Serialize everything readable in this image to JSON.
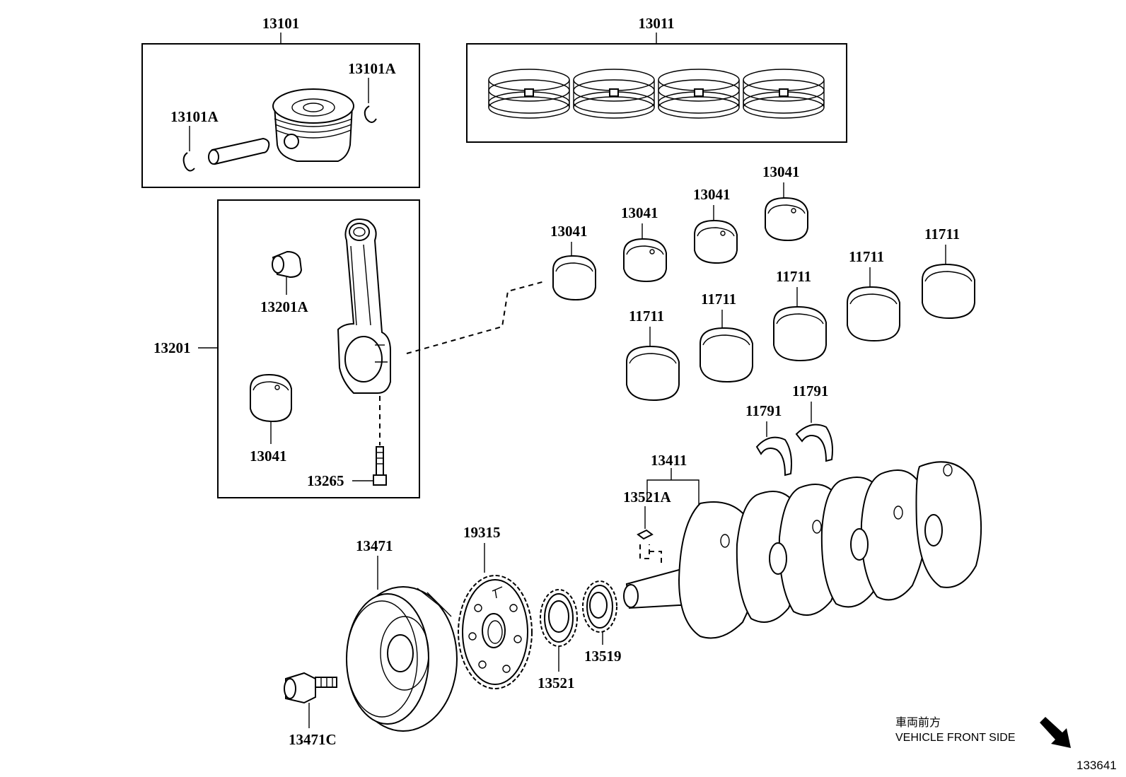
{
  "labels": {
    "piston_set": "13101",
    "snap_ring_right": "13101A",
    "snap_ring_left": "13101A",
    "ring_set": "13011",
    "rod_bearing_1": "13041",
    "rod_bearing_2": "13041",
    "rod_bearing_3": "13041",
    "rod_bearing_4": "13041",
    "rod_bearing_rod": "13041",
    "main_bearing_1": "11711",
    "main_bearing_2": "11711",
    "main_bearing_3": "11711",
    "main_bearing_4": "11711",
    "main_bearing_5": "11711",
    "bushing": "13201A",
    "connecting_rod": "13201",
    "rod_bolt": "13265",
    "thrust_washer_1": "11791",
    "thrust_washer_2": "11791",
    "crankshaft": "13411",
    "crank_key": "13521A",
    "pulley": "13471",
    "pulley_bolt": "13471C",
    "timing_rotor": "19315",
    "crank_gear": "13521",
    "oil_pump_gear": "13519"
  },
  "direction": {
    "jp": "車両前方",
    "en": "VEHICLE FRONT SIDE"
  },
  "diagram_ref": "133641"
}
